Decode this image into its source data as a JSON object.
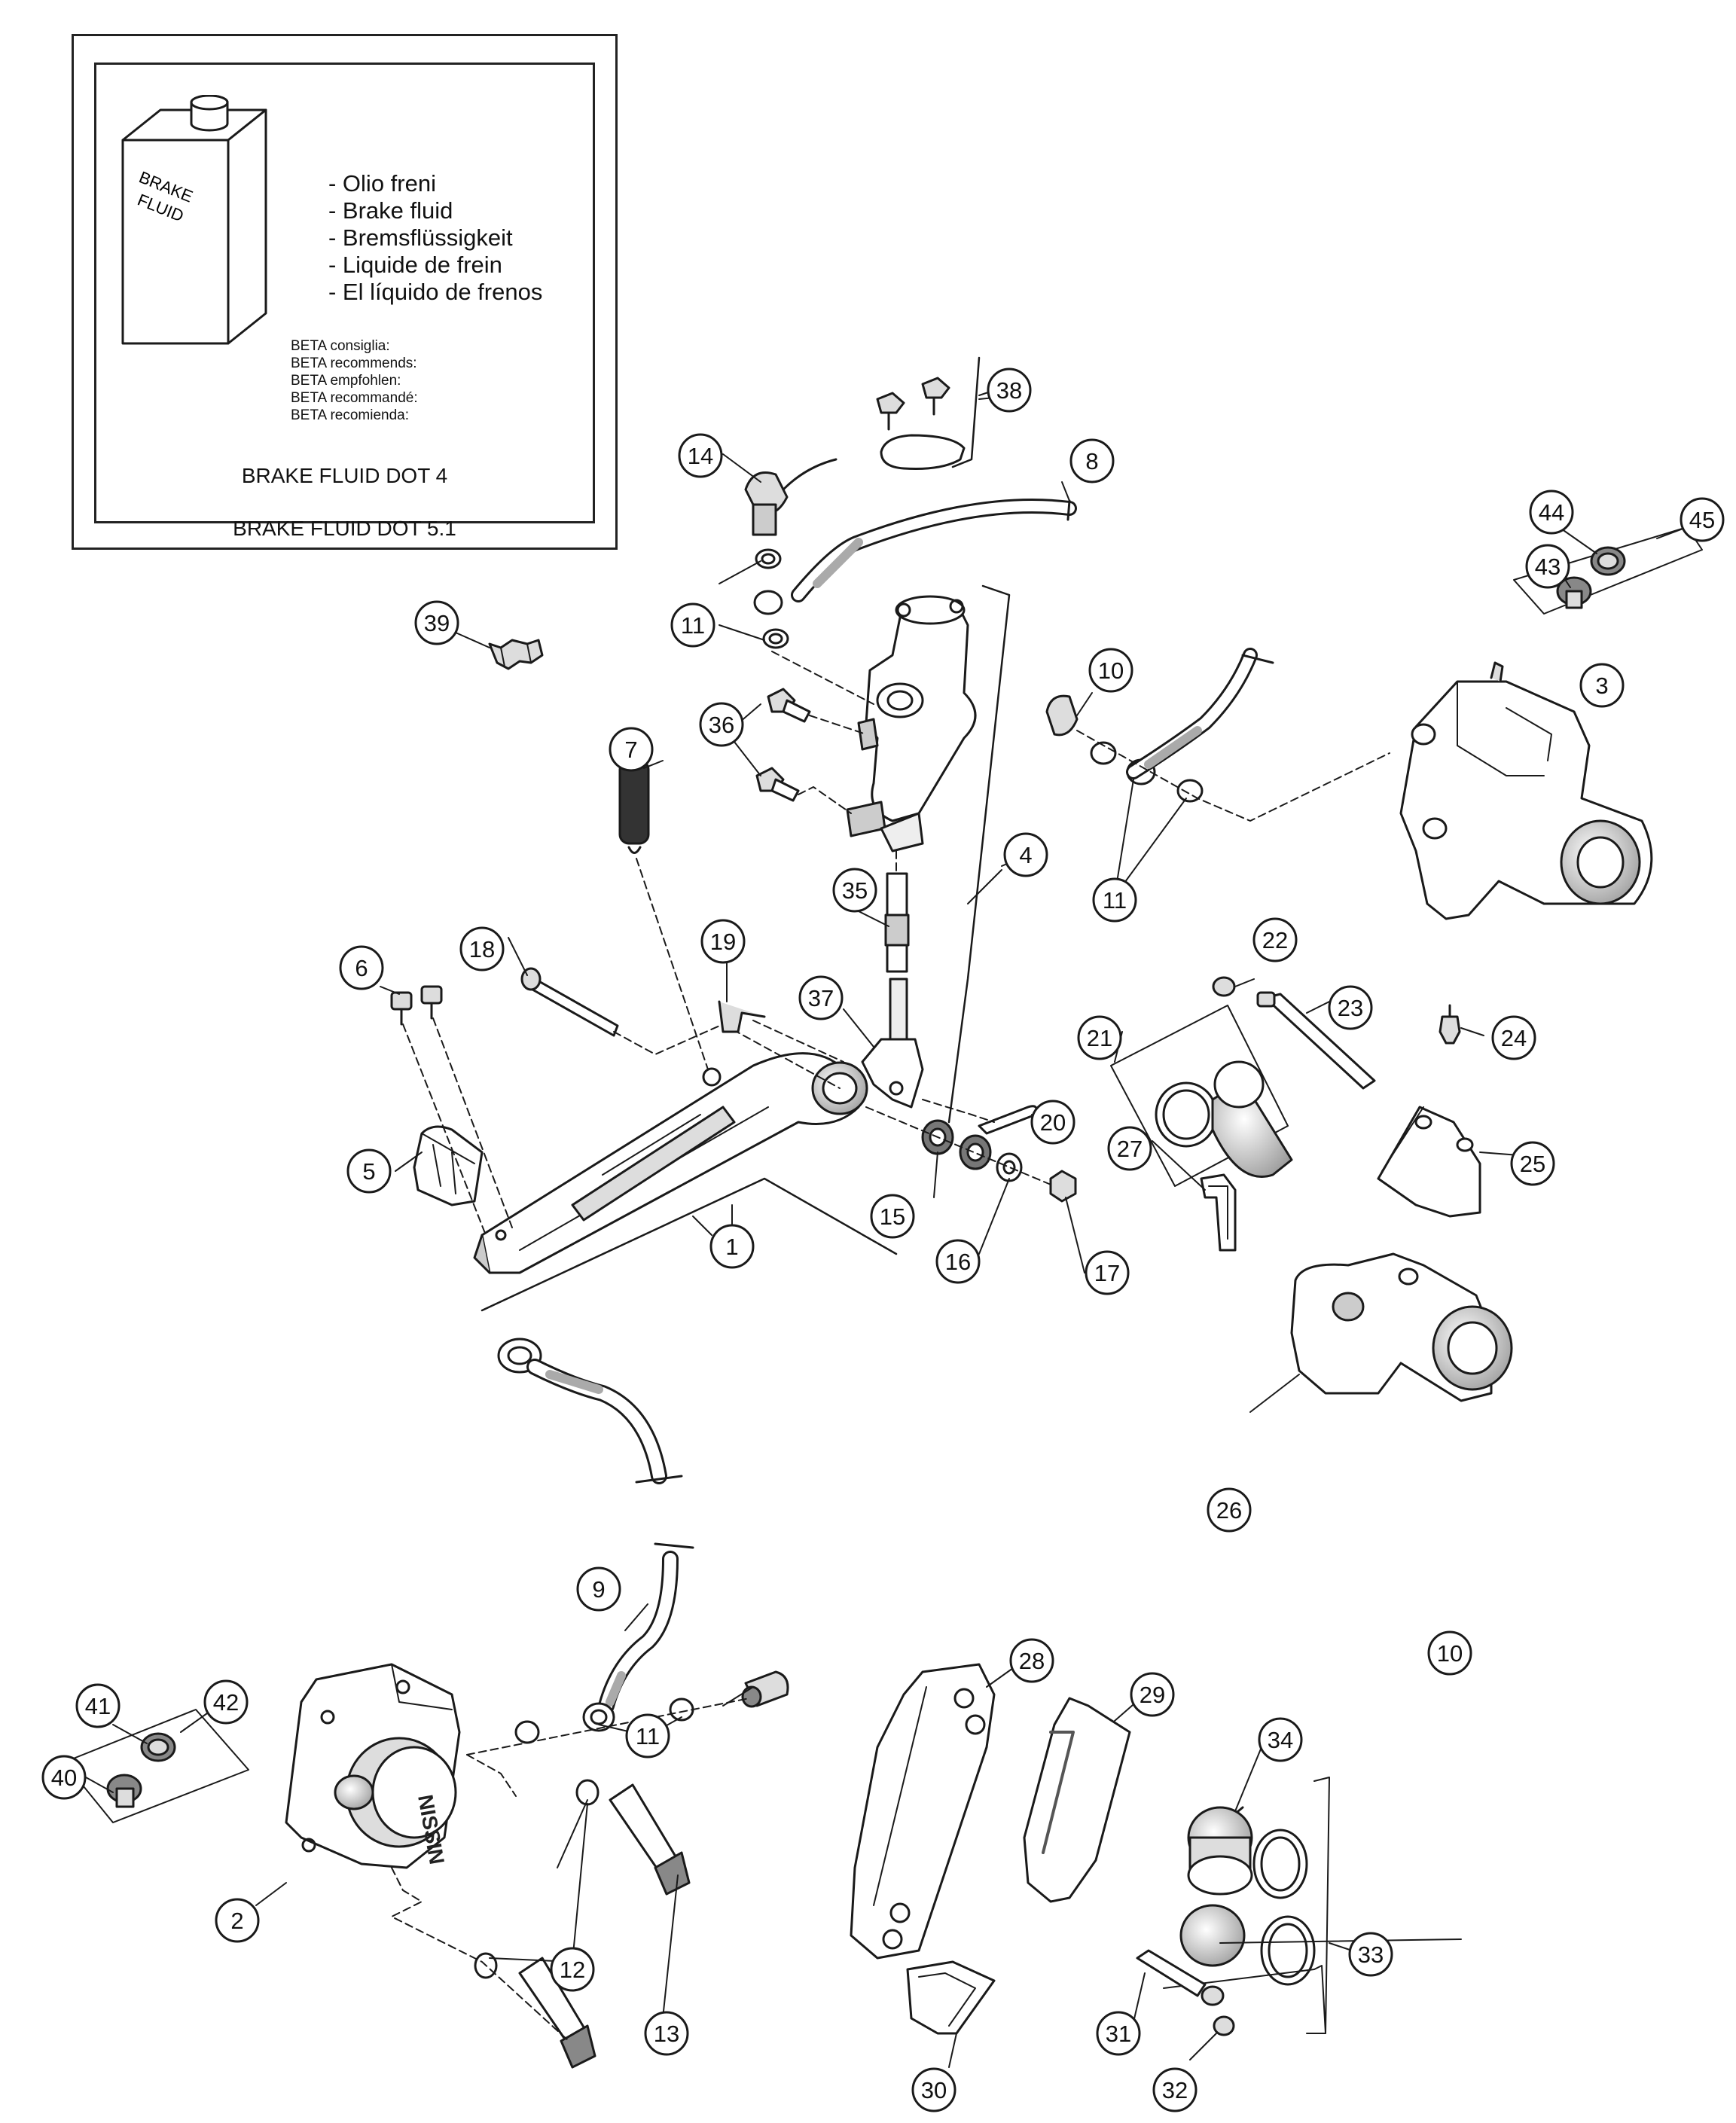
{
  "info_box": {
    "can_label": "BRAKE\nFLUID",
    "fluid_names": [
      "- Olio freni",
      "- Brake fluid",
      "- Bremsflüssigkeit",
      "- Liquide de frein",
      "- El líquido de frenos"
    ],
    "recommends": [
      "BETA consiglia:",
      "BETA recommends:",
      "BETA empfohlen:",
      "BETA recommandé:",
      "BETA recomienda:"
    ],
    "dot4": "BRAKE FLUID DOT 4",
    "dot51": "BRAKE FLUID DOT 5.1"
  },
  "callouts": [
    "1",
    "2",
    "3",
    "4",
    "5",
    "6",
    "7",
    "8",
    "9",
    "10",
    "10",
    "11",
    "11",
    "11",
    "12",
    "13",
    "14",
    "15",
    "16",
    "17",
    "18",
    "19",
    "20",
    "21",
    "22",
    "23",
    "24",
    "25",
    "26",
    "27",
    "28",
    "29",
    "30",
    "31",
    "32",
    "33",
    "34",
    "35",
    "36",
    "37",
    "38",
    "39",
    "40",
    "41",
    "42",
    "43",
    "44",
    "45"
  ],
  "colors": {
    "line": "#1a1a1a",
    "part_fill": "#ffffff",
    "shade": "#8a8a8a",
    "dark": "#2a2a2a"
  }
}
